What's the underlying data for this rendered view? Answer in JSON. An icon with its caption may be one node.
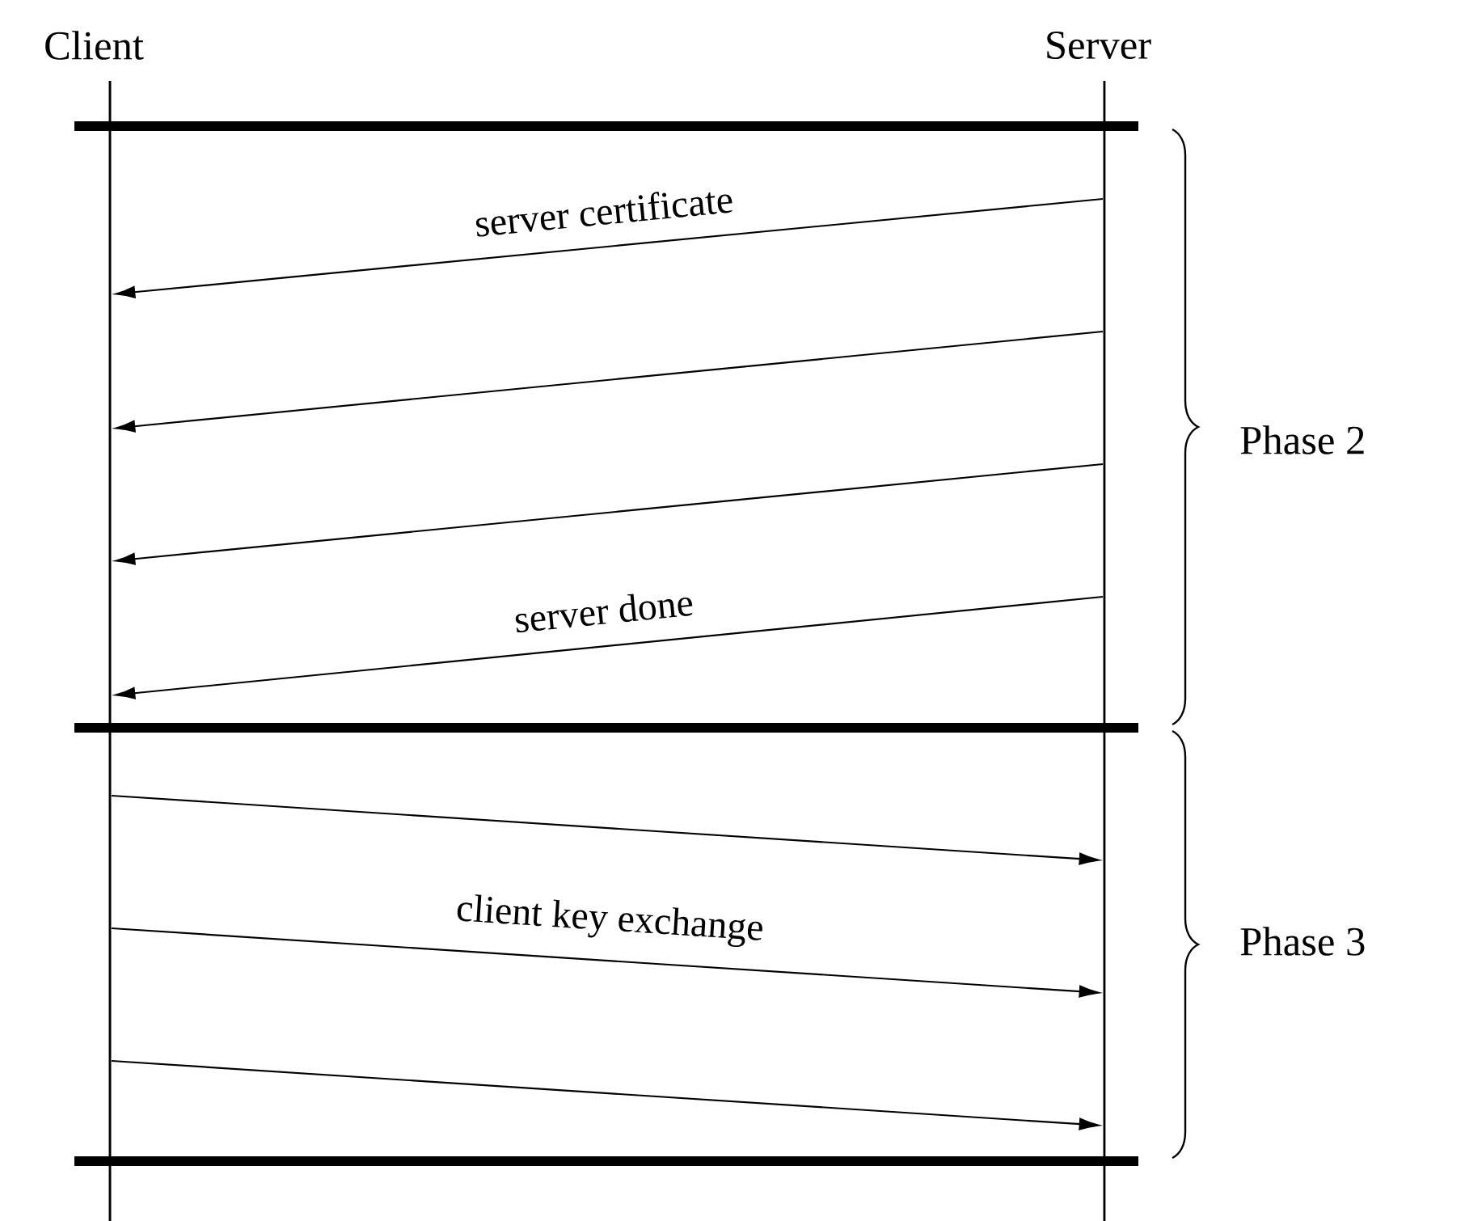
{
  "diagram": {
    "nodes": [
      {
        "text": [],
        "shape": "bar"
      },
      {
        "text": [],
        "shape": "bar"
      }
    ],
    "edges": [
      {
        "from": 1,
        "to": 0,
        "arrow": "to",
        "label": "server certificate"
      },
      {
        "from": 1,
        "to": 0,
        "arrow": "to"
      },
      {
        "from": 1,
        "to": 0,
        "arrow": "to"
      },
      {
        "from": 1,
        "to": 0,
        "arrow": "to",
        "label": "server done"
      },
      {
        "from": 0,
        "to": 1,
        "arrow": "to"
      },
      {
        "from": 0,
        "to": 1,
        "arrow": "to",
        "label": "client key exchange"
      },
      {
        "from": 0,
        "to": 1,
        "arrow": "to"
      }
    ],
    "labels": [
      "Client",
      "Server",
      "Phase 2",
      "Phase 3"
    ]
  }
}
